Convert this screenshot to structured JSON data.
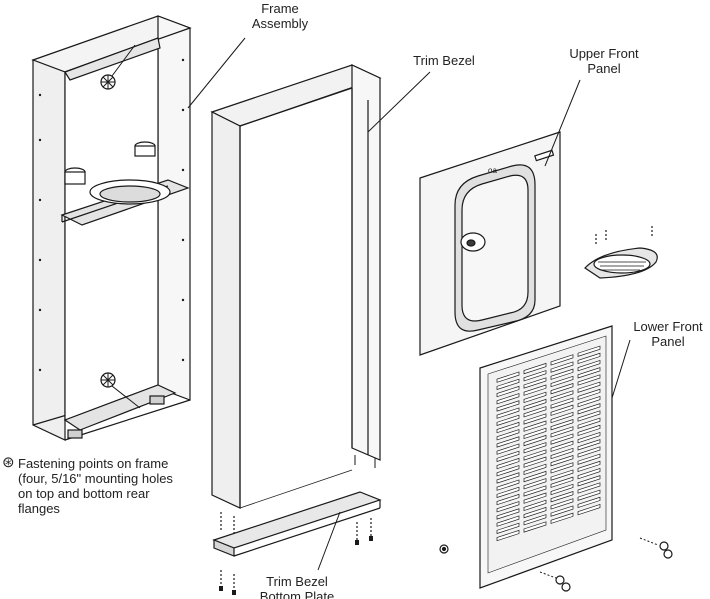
{
  "labels": {
    "frame_assembly": [
      "Frame",
      "Assembly"
    ],
    "trim_bezel": "Trim Bezel",
    "upper_front_panel": [
      "Upper Front",
      "Panel"
    ],
    "lower_front_panel": [
      "Lower Front",
      "Panel"
    ],
    "trim_bezel_bottom_plate": [
      "Trim Bezel",
      "Bottom Plate"
    ]
  },
  "legend": {
    "symbol": "⊛",
    "lines": [
      "Fastening points on frame",
      "(four, 5/16\" mounting holes",
      "on top and bottom rear",
      "flanges"
    ]
  },
  "colors": {
    "line": "#1a1a1a",
    "panel": "#f4f4f4",
    "shade": "#dcdcdc",
    "dark": "#3a3a3a"
  }
}
